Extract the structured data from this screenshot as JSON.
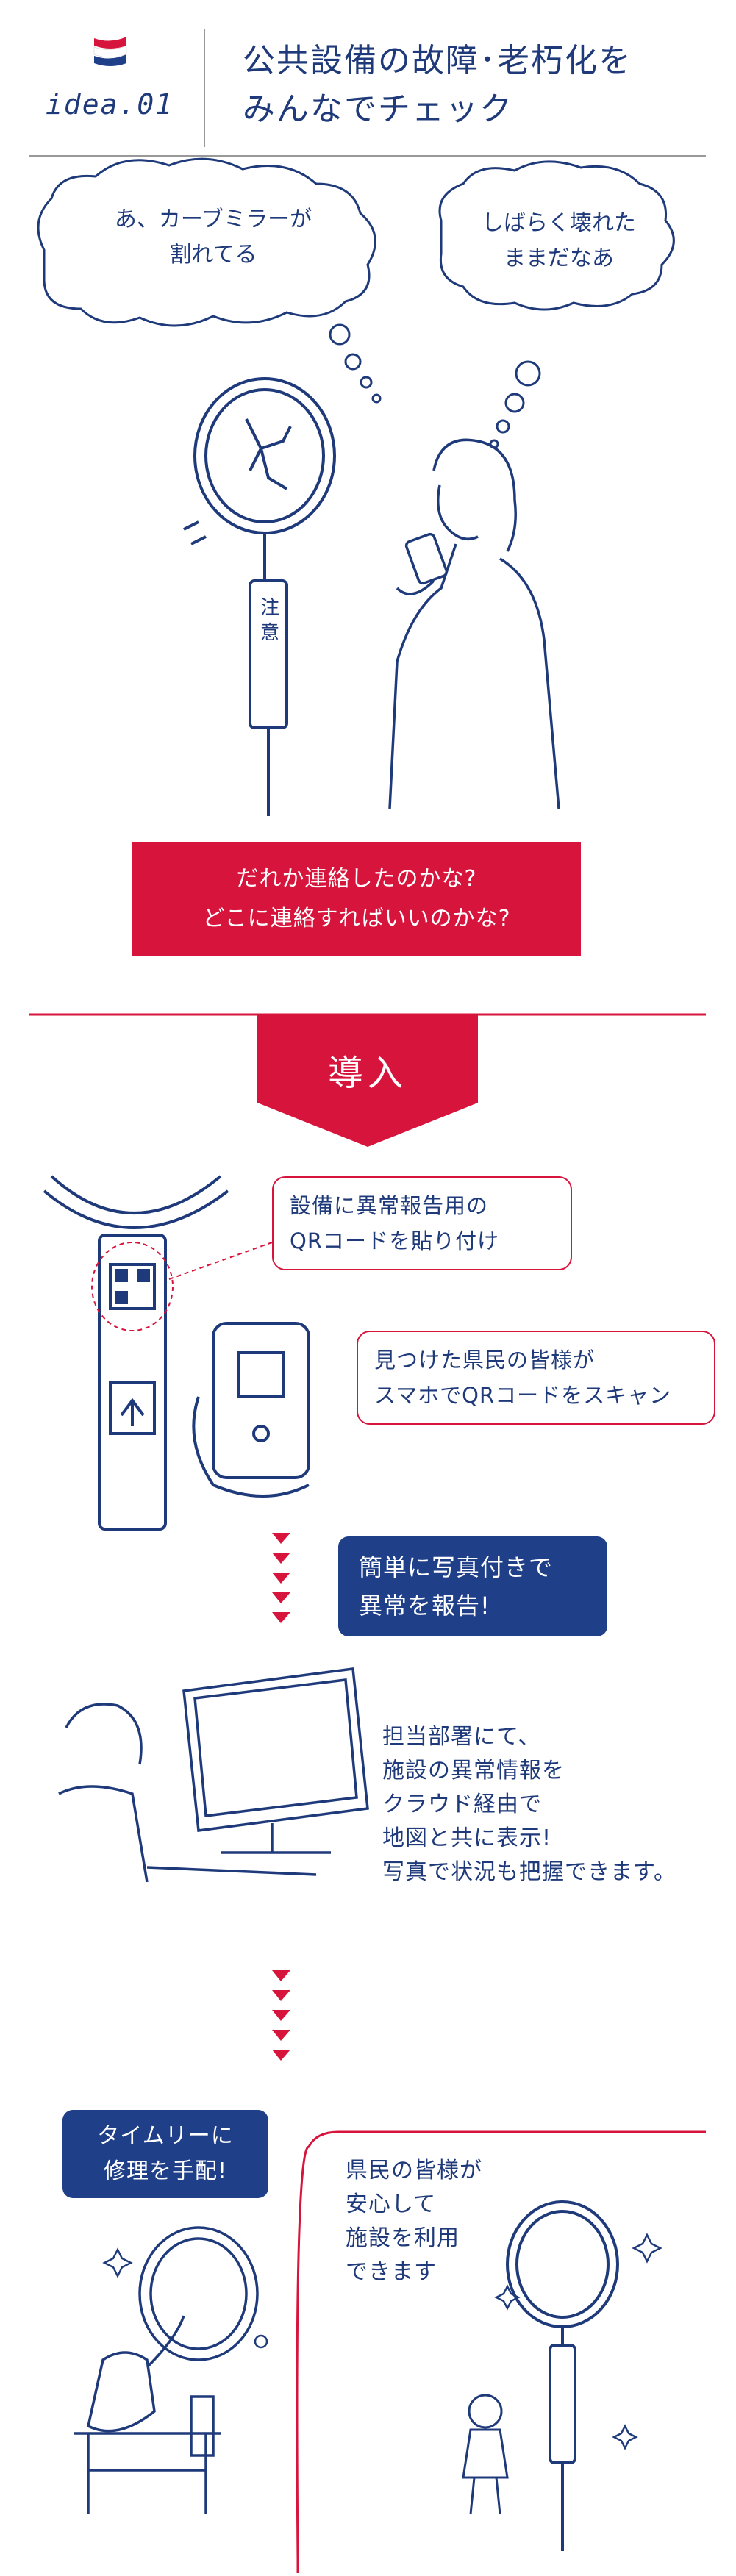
{
  "header": {
    "idea_label": "idea.01",
    "title_line1": "公共設備の故障･老朽化を",
    "title_line2": "みんなでチェック"
  },
  "thoughts": {
    "left_line1": "あ、カーブミラーが",
    "left_line2": "割れてる",
    "right_line1": "しばらく壊れた",
    "right_line2": "ままだなあ"
  },
  "sign_text": "注意",
  "question": {
    "line1": "だれか連絡したのかな?",
    "line2": "どこに連絡すればいいのかな?"
  },
  "intro_label": "導入",
  "step1": {
    "line1": "設備に異常報告用の",
    "line2": "QRコードを貼り付け"
  },
  "step2": {
    "line1": "見つけた県民の皆様が",
    "line2": "スマホでQRコードをスキャン"
  },
  "step3": {
    "line1": "簡単に写真付きで",
    "line2": "異常を報告!"
  },
  "step4": {
    "line1": "担当部署にて、",
    "line2": "施設の異常情報を",
    "line3": "クラウド経由で",
    "line4": "地図と共に表示!",
    "line5": "写真で状況も把握できます。"
  },
  "step5": {
    "line1": "タイムリーに",
    "line2": "修理を手配!"
  },
  "step6": {
    "line1": "県民の皆様が",
    "line2": "安心して",
    "line3": "施設を利用",
    "line4": "できます"
  },
  "colors": {
    "navy": "#1f3f89",
    "red": "#d7143b",
    "ink": "#1f3a7a"
  }
}
